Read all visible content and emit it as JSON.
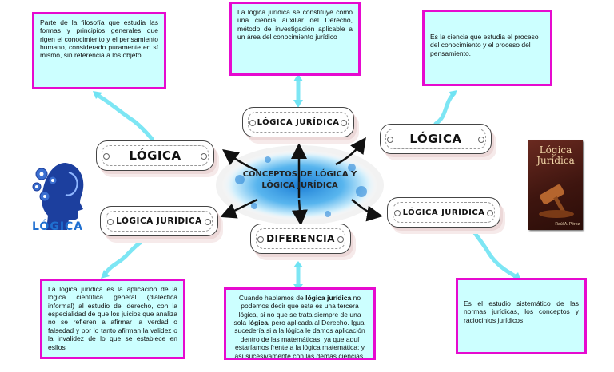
{
  "center": {
    "line1": "CONCEPTOS DE LÓGICA Y",
    "line2": "LÓGICA JURÍDICA"
  },
  "nodes": {
    "logica_left": "LÓGICA",
    "juridica_top": "LÓGICA JURÍDICA",
    "logica_right": "LÓGICA",
    "juridica_left": "LÓGICA JURÍDICA",
    "diferencia": "DIFERENCIA",
    "juridica_right": "LÓGICA JURÍDICA"
  },
  "definitions": {
    "top_left": "Parte de la filosofía que estudia las formas y principios generales que rigen el conocimiento y el pensamiento humano, considerado puramente en sí mismo, sin referencia a los objeto",
    "top_center": "La lógica jurídica se constituye como una ciencia auxiliar del Derecho, método de investigación aplicable a un área del conocimiento jurídico",
    "top_right": "Es la ciencia que estudia el proceso del conocimiento y el proceso del pensamiento.",
    "bottom_left": "La lógica jurídica es la aplicación de la lógica científica general (dialéctica informal) al estudio del derecho, con la especialidad de que los juicios que analiza no se refieren a afirmar la verdad o falsedad y por lo tanto afirman la validez o la invalidez de lo que se establece en esllos",
    "bottom_center": {
      "p1": "Cuando hablamos de ",
      "b1": "lógica jurídica",
      "p2": " no podemos decir que esta es una tercera lógica, si no que se trata siempre de una sola ",
      "b2": "lógica,",
      "p3": " pero aplicada al Derecho. Igual sucedería si a la lógica le damos aplicación dentro de las matemáticas, ya que aquí estaríamos frente a la lógica matemática; y así sucesivamente con las demás ciencias."
    },
    "bottom_right": "Es el estudio sistemático de las normas jurídicas, los conceptos y raciocinios jurídicos"
  },
  "side_image": {
    "label": "LÓGICA"
  },
  "book": {
    "title_line1": "Lógica",
    "title_line2": "Jurídica",
    "author": "Raúl A. Pérez"
  },
  "colors": {
    "definition_fill": "#ccffff",
    "definition_border": "#e60acf",
    "connector": "#66e0f0",
    "splash": "#3a9be0",
    "side_label": "#1f6fd0"
  }
}
